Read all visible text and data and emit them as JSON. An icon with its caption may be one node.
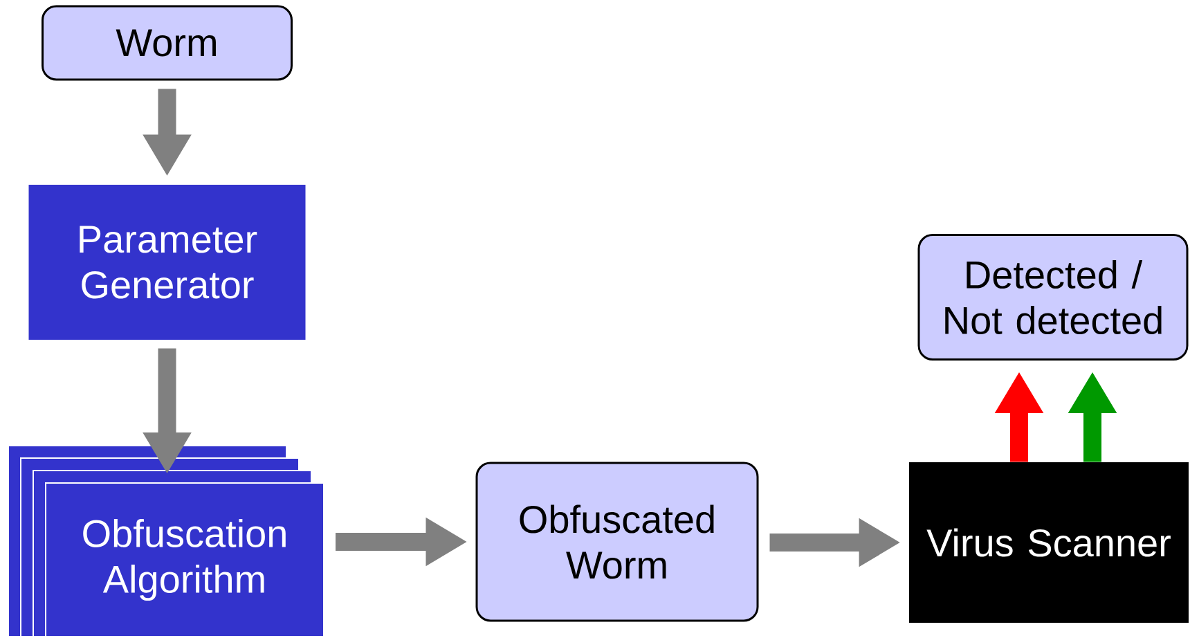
{
  "diagram": {
    "nodes": [
      {
        "text": [
          "Worm"
        ]
      },
      {
        "text": [
          "Parameter Generator"
        ]
      },
      {
        "text": [
          "Obfuscation Algorithm"
        ]
      },
      {
        "text": [
          "Obfuscated Worm"
        ]
      },
      {
        "text": [
          "Virus Scanner"
        ]
      },
      {
        "text": [
          "Detected / Not detected"
        ]
      }
    ],
    "edges": [
      {
        "from": 0,
        "to": 1,
        "arrow": "to"
      },
      {
        "from": 1,
        "to": 2,
        "arrow": "to"
      },
      {
        "from": 2,
        "to": 3,
        "arrow": "to"
      },
      {
        "from": 3,
        "to": 4,
        "arrow": "to"
      },
      {
        "from": 4,
        "to": 5,
        "arrow": "to",
        "color": "#ff0000"
      },
      {
        "from": 4,
        "to": 5,
        "arrow": "to",
        "color": "#009900"
      }
    ]
  }
}
